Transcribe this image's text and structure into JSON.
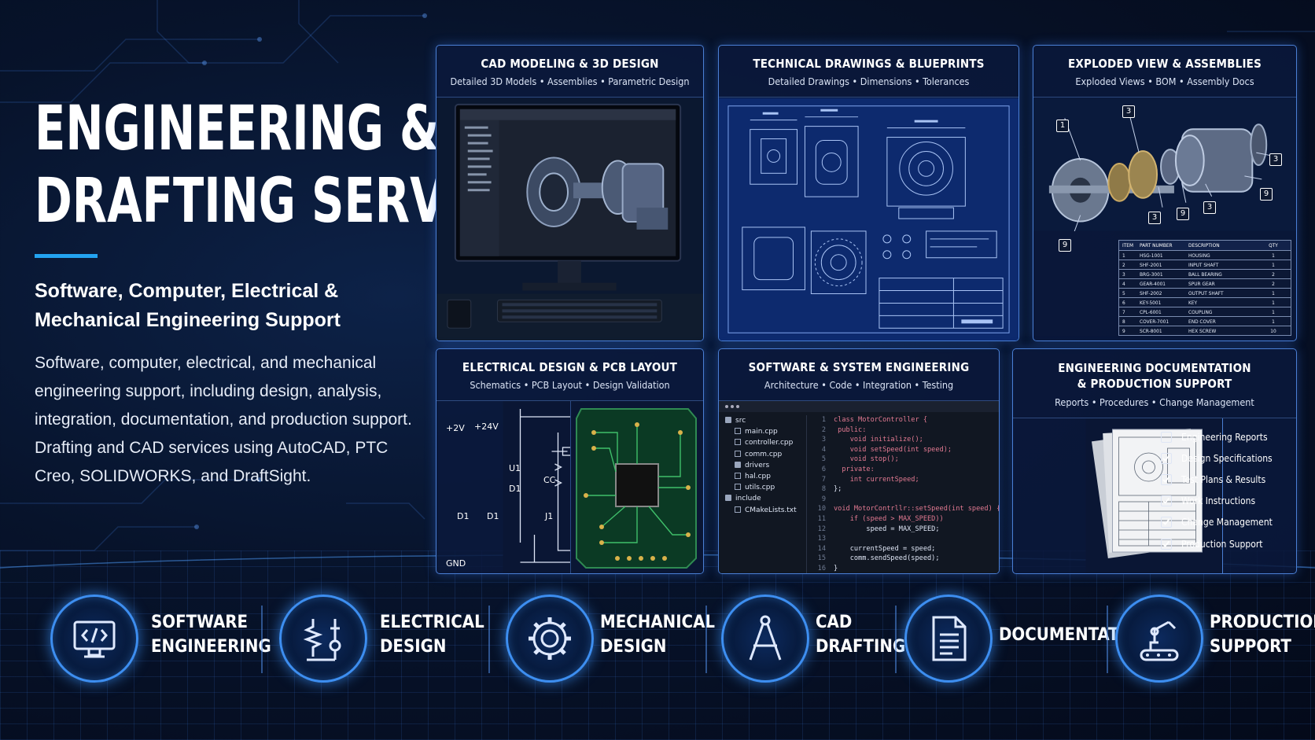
{
  "hero": {
    "title_line1": "ENGINEERING &",
    "title_line2": "DRAFTING SERVICES",
    "subtitle_line1": "Software, Computer, Electrical &",
    "subtitle_line2": "Mechanical Engineering Support",
    "description": "Software, computer, electrical, and mechanical engineering support, including design, analysis, integration, documentation, and production support. Drafting and CAD services using AutoCAD, PTC Creo, SOLIDWORKS, and DraftSight."
  },
  "panels": {
    "cad": {
      "title": "CAD MODELING & 3D DESIGN",
      "subtitle": "Detailed 3D Models • Assemblies • Parametric Design"
    },
    "drawings": {
      "title": "TECHNICAL DRAWINGS & BLUEPRINTS",
      "subtitle": "Detailed Drawings • Dimensions • Tolerances"
    },
    "exploded": {
      "title": "EXPLODED VIEW & ASSEMBLIES",
      "subtitle": "Exploded Views • BOM • Assembly Docs",
      "callouts": [
        "1",
        "3",
        "3",
        "9",
        "3",
        "9",
        "3",
        "9"
      ],
      "bom_headers": [
        "ITEM",
        "PART NUMBER",
        "DESCRIPTION",
        "QTY"
      ],
      "bom_rows": [
        [
          "1",
          "HSG-1001",
          "HOUSING",
          "1"
        ],
        [
          "2",
          "SHF-2001",
          "INPUT SHAFT",
          "1"
        ],
        [
          "3",
          "BRG-3001",
          "BALL BEARING",
          "2"
        ],
        [
          "4",
          "GEAR-4001",
          "SPUR GEAR",
          "2"
        ],
        [
          "5",
          "SHF-2002",
          "OUTPUT SHAFT",
          "1"
        ],
        [
          "6",
          "KEY-5001",
          "KEY",
          "1"
        ],
        [
          "7",
          "CPL-6001",
          "COUPLING",
          "1"
        ],
        [
          "8",
          "COVER-7001",
          "END COVER",
          "1"
        ],
        [
          "9",
          "SCR-8001",
          "HEX SCREW",
          "10"
        ]
      ]
    },
    "electrical": {
      "title": "ELECTRICAL DESIGN & PCB LAYOUT",
      "subtitle": "Schematics • PCB Layout • Design Validation",
      "labels": {
        "v1": "+2V",
        "v2": "+24V",
        "u1": "U1",
        "d1a": "D1",
        "d1b": "D1",
        "d1c": "D1",
        "cc": "CC",
        "j1": "J1",
        "gnd": "GND"
      }
    },
    "software": {
      "title": "SOFTWARE & SYSTEM ENGINEERING",
      "subtitle": "Architecture • Code • Integration • Testing",
      "tree": [
        {
          "indent": 0,
          "name": "src",
          "folder": true
        },
        {
          "indent": 1,
          "name": "main.cpp",
          "folder": false
        },
        {
          "indent": 1,
          "name": "controller.cpp",
          "folder": false
        },
        {
          "indent": 1,
          "name": "comm.cpp",
          "folder": false
        },
        {
          "indent": 1,
          "name": "drivers",
          "folder": true
        },
        {
          "indent": 1,
          "name": "hal.cpp",
          "folder": false
        },
        {
          "indent": 1,
          "name": "utils.cpp",
          "folder": false
        },
        {
          "indent": 0,
          "name": "include",
          "folder": true
        },
        {
          "indent": 1,
          "name": "CMakeLists.txt",
          "folder": false
        }
      ],
      "code": [
        {
          "n": "1",
          "t": "class MotorController {"
        },
        {
          "n": "2",
          "t": " public:"
        },
        {
          "n": "3",
          "t": "    void initialize();"
        },
        {
          "n": "4",
          "t": "    void setSpeed(int speed);"
        },
        {
          "n": "5",
          "t": "    void stop();"
        },
        {
          "n": "6",
          "t": "  private:"
        },
        {
          "n": "7",
          "t": "    int currentSpeed;"
        },
        {
          "n": "8",
          "t": "};"
        },
        {
          "n": "9",
          "t": ""
        },
        {
          "n": "10",
          "t": "void MotorContrllr::setSpeed(int speed) {"
        },
        {
          "n": "11",
          "t": "    if (speed > MAX_SPEED))"
        },
        {
          "n": "12",
          "t": "        speed = MAX_SPEED;"
        },
        {
          "n": "13",
          "t": ""
        },
        {
          "n": "14",
          "t": "    currentSpeed = speed;"
        },
        {
          "n": "15",
          "t": "    comm.sendSpeed(speed);"
        },
        {
          "n": "16",
          "t": "}"
        }
      ]
    },
    "docs": {
      "title_line1": "ENGINEERING DOCUMENTATION",
      "title_line2": "& PRODUCTION SUPPORT",
      "subtitle": "Reports • Procedures • Change Management",
      "items": [
        "Engineering Reports",
        "Design Specifications",
        "Test Plans & Results",
        "Work Instructions",
        "Change Management",
        "Production Support"
      ]
    }
  },
  "services": [
    {
      "line1": "SOFTWARE",
      "line2": "ENGINEERING",
      "icon": "code-monitor-icon"
    },
    {
      "line1": "ELECTRICAL",
      "line2": "DESIGN",
      "icon": "circuit-icon"
    },
    {
      "line1": "MECHANICAL",
      "line2": "DESIGN",
      "icon": "gear-icon"
    },
    {
      "line1": "CAD",
      "line2": "DRAFTING",
      "icon": "compass-icon"
    },
    {
      "line1": "DOCUMENTATION",
      "line2": "",
      "icon": "document-icon"
    },
    {
      "line1": "PRODUCTION",
      "line2": "SUPPORT",
      "icon": "robot-arm-icon"
    }
  ],
  "colors": {
    "accent": "#23a3f0",
    "panel_border": "#4a7fd4",
    "background": "#07132b"
  }
}
